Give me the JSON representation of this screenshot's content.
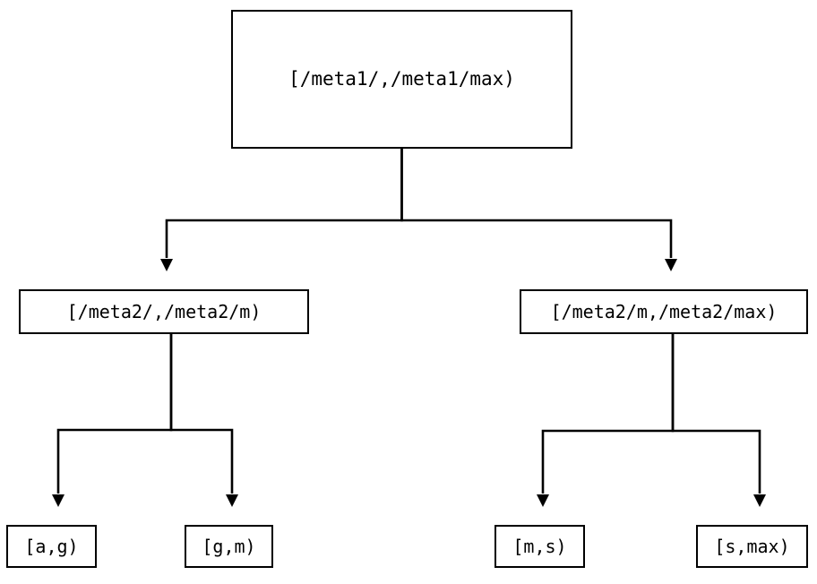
{
  "diagram": {
    "type": "binary-interval-tree",
    "title": "",
    "background_color": "#ffffff",
    "stroke_color": "#000000",
    "text_color": "#000000",
    "nodes": {
      "root": {
        "label": "[/meta1/,/meta1/max)",
        "level": 0
      },
      "left_mid": {
        "label": "[/meta2/,/meta2/m)",
        "level": 1
      },
      "right_mid": {
        "label": "[/meta2/m,/meta2/max)",
        "level": 1
      },
      "leaf_ag": {
        "label": "[a,g)",
        "level": 2
      },
      "leaf_gm": {
        "label": "[g,m)",
        "level": 2
      },
      "leaf_ms": {
        "label": "[m,s)",
        "level": 2
      },
      "leaf_smax": {
        "label": "[s,max)",
        "level": 2
      }
    },
    "edges": [
      {
        "from": "root",
        "to": "left_mid",
        "arrow": "triangle-down"
      },
      {
        "from": "root",
        "to": "right_mid",
        "arrow": "triangle-down"
      },
      {
        "from": "left_mid",
        "to": "leaf_ag",
        "arrow": "triangle-down"
      },
      {
        "from": "left_mid",
        "to": "leaf_gm",
        "arrow": "triangle-down"
      },
      {
        "from": "right_mid",
        "to": "leaf_ms",
        "arrow": "triangle-down"
      },
      {
        "from": "right_mid",
        "to": "leaf_smax",
        "arrow": "triangle-down"
      }
    ]
  }
}
